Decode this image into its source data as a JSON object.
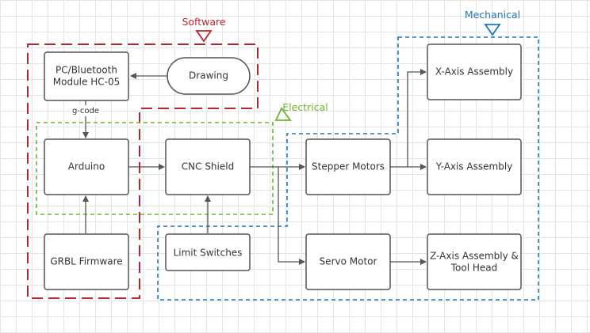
{
  "groups": {
    "software": {
      "title": "Software",
      "color": "#b5272e"
    },
    "electrical": {
      "title": "Electrical",
      "color": "#6bb52f"
    },
    "mechanical": {
      "title": "Mechanical",
      "color": "#1f77b4"
    }
  },
  "nodes": {
    "pc_bluetooth": {
      "lines": [
        "PC/Bluetooth",
        "Module HC-05"
      ]
    },
    "drawing": {
      "lines": [
        "Drawing"
      ]
    },
    "arduino": {
      "lines": [
        "Arduino"
      ]
    },
    "cnc_shield": {
      "lines": [
        "CNC Shield"
      ]
    },
    "stepper": {
      "lines": [
        "Stepper Motors"
      ]
    },
    "x_axis": {
      "lines": [
        "X-Axis Assembly"
      ]
    },
    "y_axis": {
      "lines": [
        "Y-Axis Assembly"
      ]
    },
    "grbl": {
      "lines": [
        "GRBL Firmware"
      ]
    },
    "limit": {
      "lines": [
        "Limit Switches"
      ]
    },
    "servo": {
      "lines": [
        "Servo Motor"
      ]
    },
    "z_axis": {
      "lines": [
        "Z-Axis Assembly &",
        "Tool Head"
      ]
    }
  },
  "edges": {
    "gcode_label": "g-code"
  },
  "colors": {
    "box_stroke": "#555555",
    "arrow": "#555555"
  }
}
